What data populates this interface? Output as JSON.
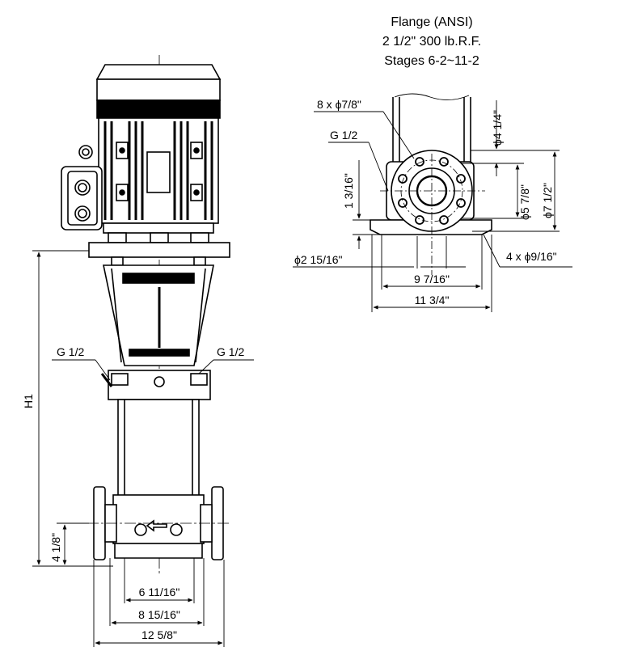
{
  "title": {
    "line1": "Flange (ANSI)",
    "line2": "2 1/2\" 300 lb.R.F.",
    "line3": "Stages 6-2~11-2"
  },
  "front_view": {
    "port_left": "G 1/2",
    "port_right": "G 1/2",
    "height_label": "H1",
    "base_height": "4 1/8\"",
    "dim_inner": "6 11/16\"",
    "dim_middle": "8 15/16\"",
    "dim_overall": "12 5/8\""
  },
  "flange_view": {
    "bolt_holes": "8 x ϕ7/8\"",
    "port": "G 1/2",
    "offset_height": "1 3/16\"",
    "dia_inner": "ϕ4 1/4\"",
    "dia_middle": "ϕ5 7/8\"",
    "dia_outer": "ϕ7 1/2\"",
    "dia_bore": "ϕ2 15/16\"",
    "base_holes": "4 x ϕ9/16\"",
    "dim_holes": "9 7/16\"",
    "dim_base": "11 3/4\""
  }
}
